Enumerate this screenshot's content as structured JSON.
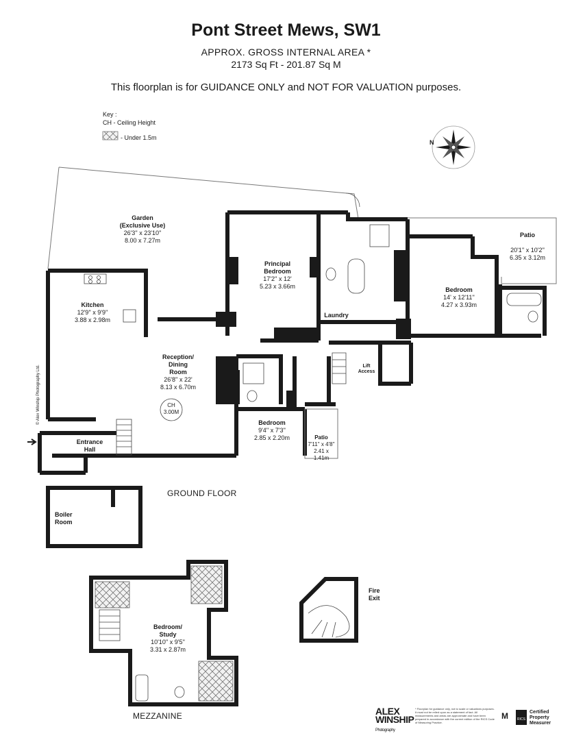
{
  "header": {
    "title": "Pont Street Mews, SW1",
    "area_line1": "APPROX. GROSS INTERNAL  AREA *",
    "area_line2": "2173 Sq Ft  -  201.87 Sq M",
    "guidance": "This floorplan is for GUIDANCE ONLY and NOT FOR VALUATION purposes."
  },
  "key": {
    "title": "Key :",
    "ch": "CH - Ceiling Height",
    "under": "- Under 1.5m"
  },
  "rooms": {
    "garden": {
      "name": "Garden",
      "sub": "(Exclusive Use)",
      "imp": "26'3'' x 23'10''",
      "met": "8.00 x 7.27m"
    },
    "principal": {
      "name": "Principal",
      "sub": "Bedroom",
      "imp": "17'2'' x 12'",
      "met": "5.23 x 3.66m"
    },
    "patio1": {
      "name": "Patio",
      "imp": "20'1'' x 10'2''",
      "met": "6.35 x 3.12m"
    },
    "bedroom1": {
      "name": "Bedroom",
      "imp": "14' x 12'11''",
      "met": "4.27 x 3.93m"
    },
    "kitchen": {
      "name": "Kitchen",
      "imp": "12'9'' x 9'9''",
      "met": "3.88 x 2.98m"
    },
    "laundry": {
      "name": "Laundry"
    },
    "reception": {
      "name": "Reception/",
      "sub": "Dining",
      "sub2": "Room",
      "imp": "26'8'' x 22'",
      "met": "8.13 x 6.70m"
    },
    "ch": {
      "label": "CH",
      "value": "3.00M"
    },
    "lift": {
      "name": "Lift",
      "sub": "Access"
    },
    "bedroom2": {
      "name": "Bedroom",
      "imp": "9'4'' x 7'3''",
      "met": "2.85 x 2.20m"
    },
    "patio2": {
      "name": "Patio",
      "imp": "7'11'' x 4'8''",
      "met": "2.41 x 1.41m"
    },
    "entrance": {
      "name": "Entrance",
      "sub": "Hall"
    },
    "boiler": {
      "name": "Boiler",
      "sub": "Room"
    },
    "study": {
      "name": "Bedroom/",
      "sub": "Study",
      "imp": "10'10'' x 9'5''",
      "met": "3.31 x 2.87m"
    },
    "fire": {
      "name": "Fire",
      "sub": "Exit"
    }
  },
  "floors": {
    "ground": "GROUND FLOOR",
    "mezzanine": "MEZZANINE"
  },
  "compass": {
    "n": "N"
  },
  "copyright": "© Alex Winship Photography Ltd.",
  "footer": {
    "logo_line1": "ALEX",
    "logo_line2": "WINSHIP",
    "logo_sub": "Photography",
    "disclaimer": "* Floorplan for guidance only, not to scale or valuations purposes. It must not be relied upon as a statement of fact. All measurements and areas are approximate and have been prepared in accordance with the current edition of the RICS Code of Measuring Practice.",
    "mm": "M",
    "rics": "RICS",
    "certified1": "Certified",
    "certified2": "Property",
    "certified3": "Measurer"
  }
}
